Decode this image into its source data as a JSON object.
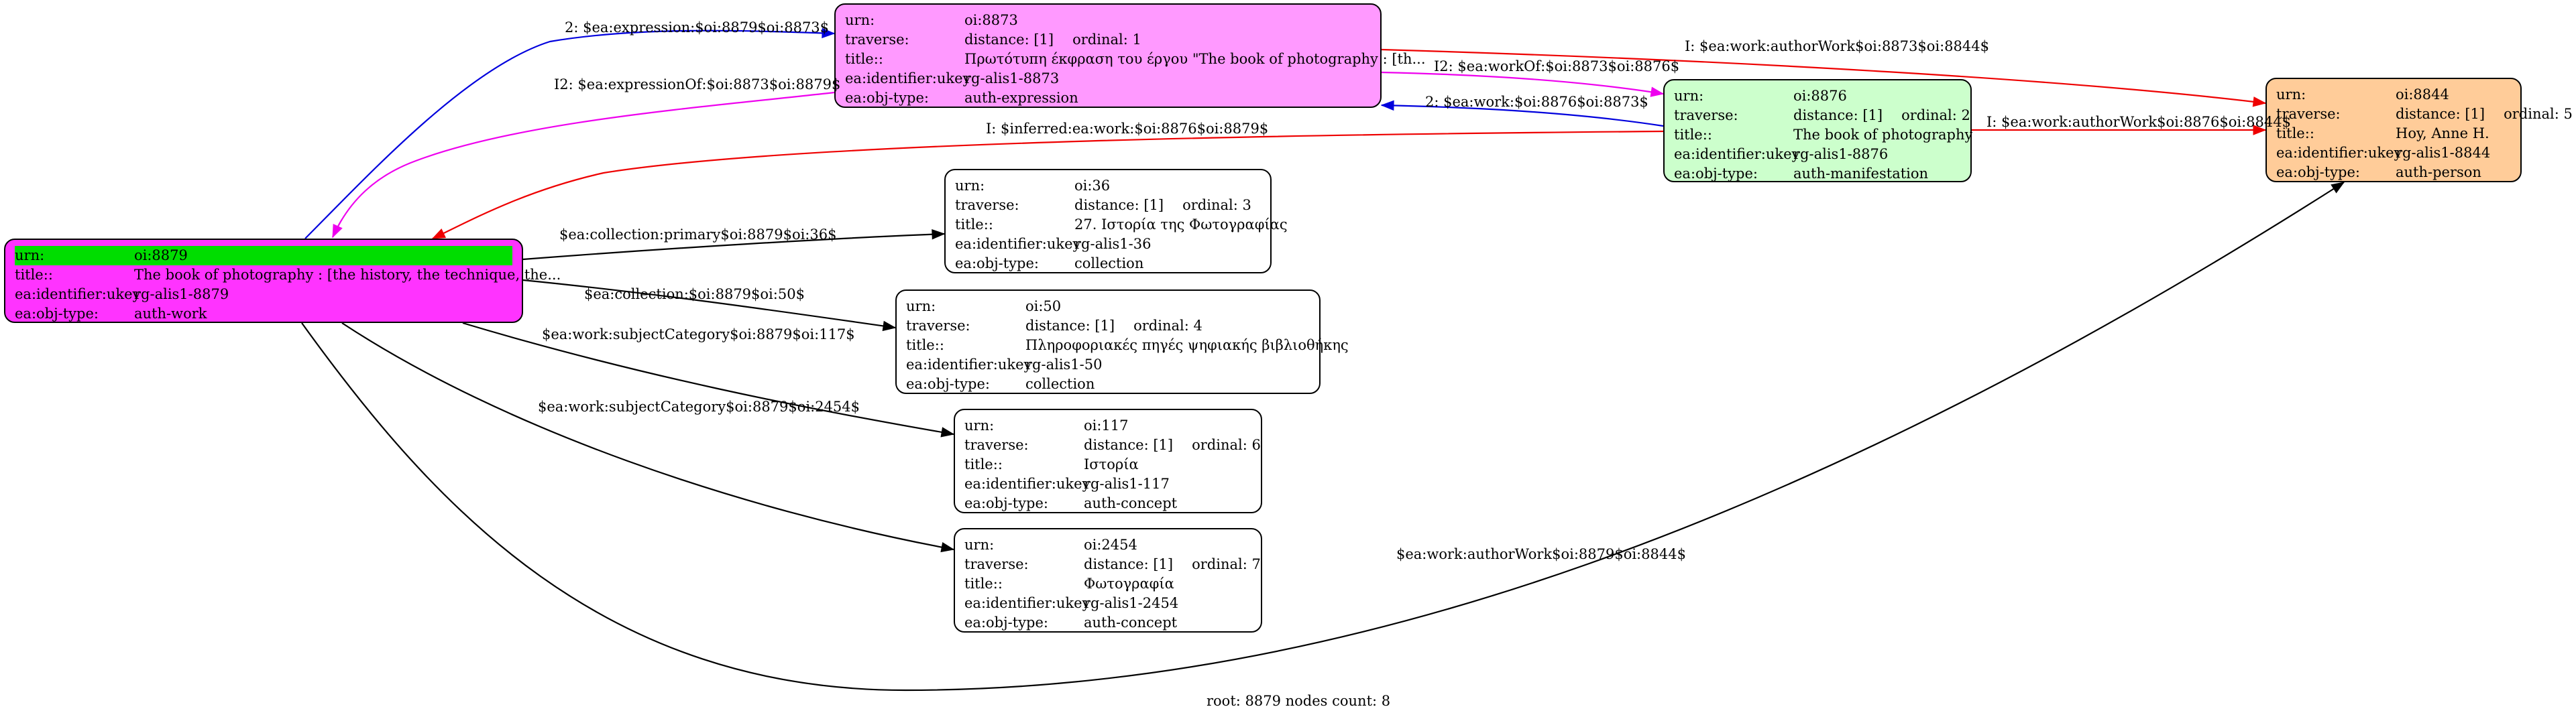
{
  "nodes": {
    "n8879": {
      "fill": "#ff33ff",
      "highlight": "#00dd00",
      "rows": [
        {
          "k": "urn:",
          "v": "oi:8879"
        },
        {
          "k": "title::",
          "v": "The book of photography : [the history, the technique, the..."
        },
        {
          "k": "ea:identifier:ukey",
          "v": "rg-alis1-8879"
        },
        {
          "k": "ea:obj-type:",
          "v": "auth-work"
        }
      ]
    },
    "n8873": {
      "fill": "#ff99ff",
      "rows": [
        {
          "k": "urn:",
          "v": "oi:8873"
        },
        {
          "k": "traverse:",
          "v": "distance: [1]",
          "o": "ordinal: 1"
        },
        {
          "k": "title::",
          "v": "Πρωτότυπη έκφραση του έργου \"The book of photography : [th..."
        },
        {
          "k": "ea:identifier:ukey",
          "v": "rg-alis1-8873"
        },
        {
          "k": "ea:obj-type:",
          "v": "auth-expression"
        }
      ]
    },
    "n8876": {
      "fill": "#ccffcc",
      "rows": [
        {
          "k": "urn:",
          "v": "oi:8876"
        },
        {
          "k": "traverse:",
          "v": "distance: [1]",
          "o": "ordinal: 2"
        },
        {
          "k": "title::",
          "v": "The book of photography"
        },
        {
          "k": "ea:identifier:ukey",
          "v": "rg-alis1-8876"
        },
        {
          "k": "ea:obj-type:",
          "v": "auth-manifestation"
        }
      ]
    },
    "n8844": {
      "fill": "#ffcc99",
      "rows": [
        {
          "k": "urn:",
          "v": "oi:8844"
        },
        {
          "k": "traverse:",
          "v": "distance: [1]",
          "o": "ordinal: 5"
        },
        {
          "k": "title::",
          "v": "Hoy, Anne H."
        },
        {
          "k": "ea:identifier:ukey",
          "v": "rg-alis1-8844"
        },
        {
          "k": "ea:obj-type:",
          "v": "auth-person"
        }
      ]
    },
    "n36": {
      "fill": "#ffffff",
      "rows": [
        {
          "k": "urn:",
          "v": "oi:36"
        },
        {
          "k": "traverse:",
          "v": "distance: [1]",
          "o": "ordinal: 3"
        },
        {
          "k": "title::",
          "v": "27. Ιστορία της Φωτογραφίας"
        },
        {
          "k": "ea:identifier:ukey",
          "v": "rg-alis1-36"
        },
        {
          "k": "ea:obj-type:",
          "v": "collection"
        }
      ]
    },
    "n50": {
      "fill": "#ffffff",
      "rows": [
        {
          "k": "urn:",
          "v": "oi:50"
        },
        {
          "k": "traverse:",
          "v": "distance: [1]",
          "o": "ordinal: 4"
        },
        {
          "k": "title::",
          "v": "Πληροφοριακές πηγές ψηφιακής βιβλιοθήκης"
        },
        {
          "k": "ea:identifier:ukey",
          "v": "rg-alis1-50"
        },
        {
          "k": "ea:obj-type:",
          "v": "collection"
        }
      ]
    },
    "n117": {
      "fill": "#ffffff",
      "rows": [
        {
          "k": "urn:",
          "v": "oi:117"
        },
        {
          "k": "traverse:",
          "v": "distance: [1]",
          "o": "ordinal: 6"
        },
        {
          "k": "title::",
          "v": "Ιστορία"
        },
        {
          "k": "ea:identifier:ukey",
          "v": "rg-alis1-117"
        },
        {
          "k": "ea:obj-type:",
          "v": "auth-concept"
        }
      ]
    },
    "n2454": {
      "fill": "#ffffff",
      "rows": [
        {
          "k": "urn:",
          "v": "oi:2454"
        },
        {
          "k": "traverse:",
          "v": "distance: [1]",
          "o": "ordinal: 7"
        },
        {
          "k": "title::",
          "v": "Φωτογραφία"
        },
        {
          "k": "ea:identifier:ukey",
          "v": "rg-alis1-2454"
        },
        {
          "k": "ea:obj-type:",
          "v": "auth-concept"
        }
      ]
    }
  },
  "edges": [
    {
      "from": "n8879",
      "to": "n8873",
      "color": "#0000dd",
      "label": "2: $ea:expression:$oi:8879$oi:8873$"
    },
    {
      "from": "n8873",
      "to": "n8879",
      "color": "#ee00ee",
      "label": "I2: $ea:expressionOf:$oi:8873$oi:8879$"
    },
    {
      "from": "n8873",
      "to": "n8844",
      "color": "#ee0000",
      "label": "I: $ea:work:authorWork$oi:8873$oi:8844$"
    },
    {
      "from": "n8873",
      "to": "n8876",
      "color": "#ee00ee",
      "label": "I2: $ea:workOf:$oi:8873$oi:8876$"
    },
    {
      "from": "n8876",
      "to": "n8873",
      "color": "#0000dd",
      "label": "2: $ea:work:$oi:8876$oi:8873$"
    },
    {
      "from": "n8876",
      "to": "n8879",
      "color": "#ee0000",
      "label": "I: $inferred:ea:work:$oi:8876$oi:8879$"
    },
    {
      "from": "n8876",
      "to": "n8844",
      "color": "#ee0000",
      "label": "I: $ea:work:authorWork$oi:8876$oi:8844$"
    },
    {
      "from": "n8879",
      "to": "n36",
      "color": "#000000",
      "label": "$ea:collection:primary$oi:8879$oi:36$"
    },
    {
      "from": "n8879",
      "to": "n50",
      "color": "#000000",
      "label": "$ea:collection:$oi:8879$oi:50$"
    },
    {
      "from": "n8879",
      "to": "n117",
      "color": "#000000",
      "label": "$ea:work:subjectCategory$oi:8879$oi:117$"
    },
    {
      "from": "n8879",
      "to": "n2454",
      "color": "#000000",
      "label": "$ea:work:subjectCategory$oi:8879$oi:2454$"
    },
    {
      "from": "n8879",
      "to": "n8844",
      "color": "#000000",
      "label": "$ea:work:authorWork$oi:8879$oi:8844$"
    }
  ],
  "footer": "root: 8879 nodes count: 8"
}
